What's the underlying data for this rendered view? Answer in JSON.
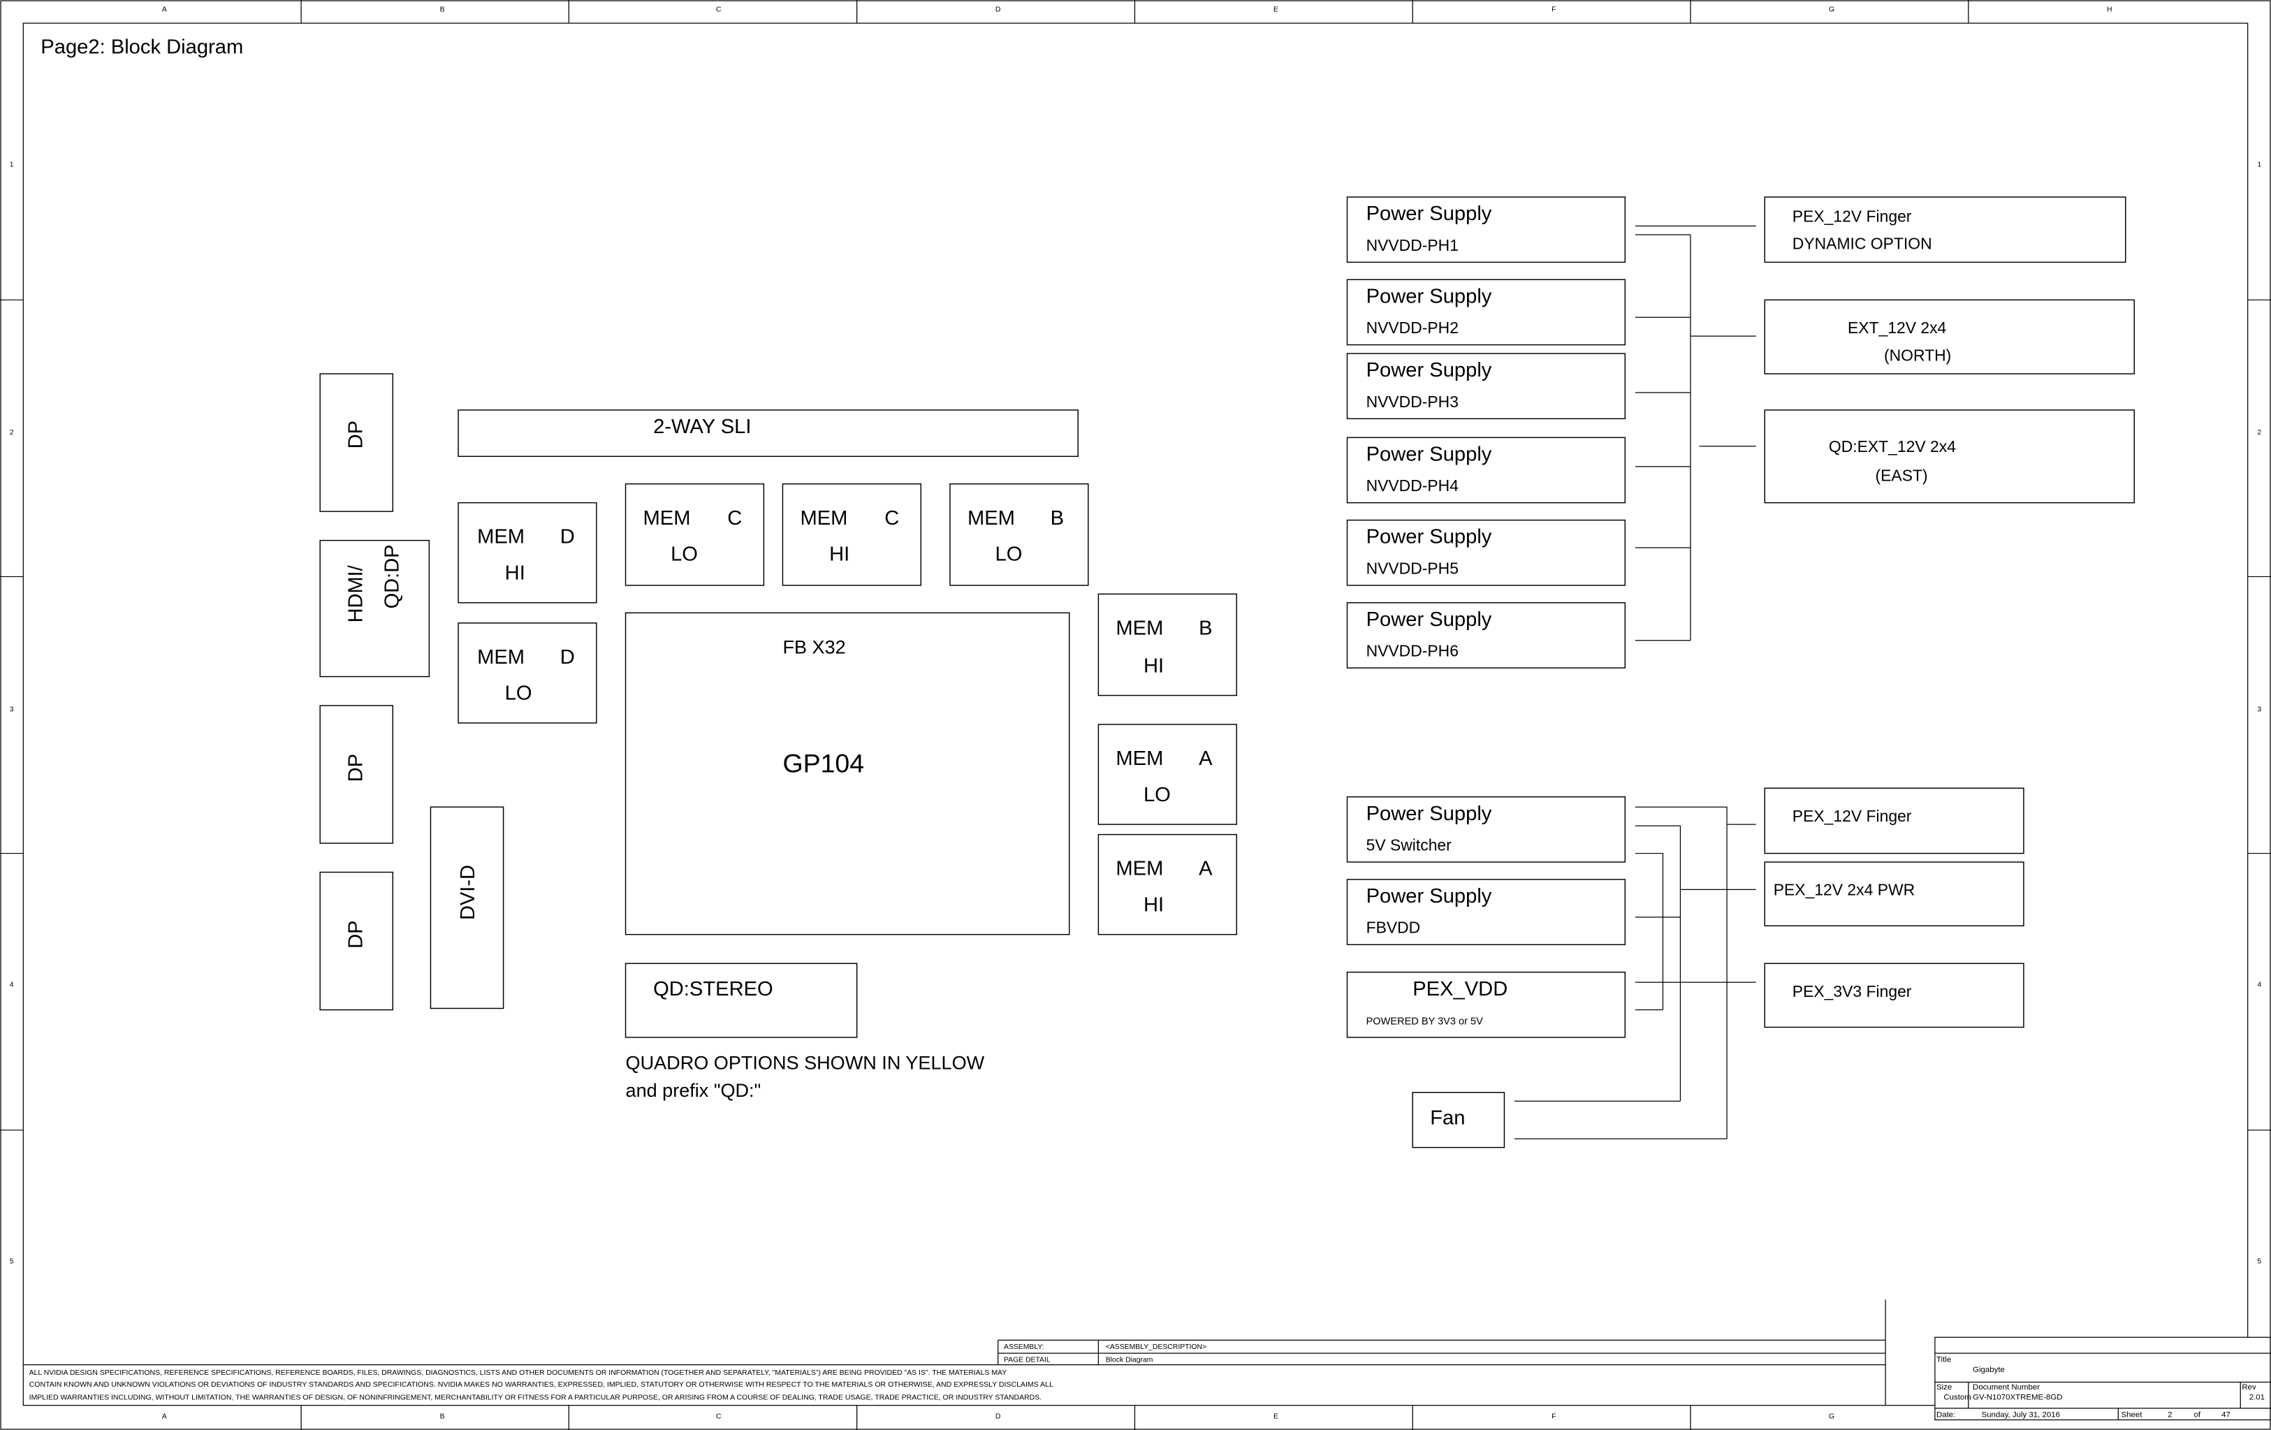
{
  "sheet": {
    "title": "Page2: Block Diagram",
    "top_columns": [
      "A",
      "B",
      "C",
      "D",
      "E",
      "F",
      "G",
      "H"
    ],
    "bottom_columns": [
      "A",
      "B",
      "C",
      "D",
      "E",
      "F",
      "G"
    ],
    "left_rows": [
      "1",
      "2",
      "3",
      "4",
      "5"
    ],
    "right_rows": [
      "1",
      "2",
      "3",
      "4",
      "5"
    ]
  },
  "connectors": {
    "dp_1": "DP",
    "hdmi": [
      "HDMI/",
      "QD:DP"
    ],
    "dp_2": "DP",
    "dp_3": "DP",
    "dvi": "DVI-D"
  },
  "sli": "2-WAY SLI",
  "gpu": {
    "fb": "FB X32",
    "name": "GP104"
  },
  "memory": [
    {
      "mem": "MEM",
      "channel": "D",
      "half": "HI"
    },
    {
      "mem": "MEM",
      "channel": "D",
      "half": "LO"
    },
    {
      "mem": "MEM",
      "channel": "C",
      "half": "LO"
    },
    {
      "mem": "MEM",
      "channel": "C",
      "half": "HI"
    },
    {
      "mem": "MEM",
      "channel": "B",
      "half": "LO"
    },
    {
      "mem": "MEM",
      "channel": "B",
      "half": "HI"
    },
    {
      "mem": "MEM",
      "channel": "A",
      "half": "LO"
    },
    {
      "mem": "MEM",
      "channel": "A",
      "half": "HI"
    }
  ],
  "stereo": "QD:STEREO",
  "note": [
    "QUADRO OPTIONS SHOWN IN YELLOW",
    "and prefix \"QD:\""
  ],
  "power_supplies": [
    {
      "label": "Power Supply",
      "rail": "NVVDD-PH1"
    },
    {
      "label": "Power Supply",
      "rail": "NVVDD-PH2"
    },
    {
      "label": "Power Supply",
      "rail": "NVVDD-PH3"
    },
    {
      "label": "Power Supply",
      "rail": "NVVDD-PH4"
    },
    {
      "label": "Power Supply",
      "rail": "NVVDD-PH5"
    },
    {
      "label": "Power Supply",
      "rail": "NVVDD-PH6"
    },
    {
      "label": "Power Supply",
      "rail": "5V Switcher"
    },
    {
      "label": "Power Supply",
      "rail": "FBVDD"
    }
  ],
  "pex_vdd": {
    "label": "PEX_VDD",
    "note": "POWERED BY 3V3 or 5V"
  },
  "fan": "Fan",
  "inputs": [
    {
      "line1": "PEX_12V Finger",
      "line2": "DYNAMIC OPTION"
    },
    {
      "line1": "EXT_12V 2x4",
      "line2": "(NORTH)"
    },
    {
      "line1": "QD:EXT_12V 2x4",
      "line2": "(EAST)"
    },
    {
      "line1": "PEX_12V Finger"
    },
    {
      "line1": "PEX_12V 2x4 PWR"
    },
    {
      "line1": "PEX_3V3 Finger"
    }
  ],
  "disclaimer": [
    "ALL NVIDIA DESIGN SPECIFICATIONS, REFERENCE SPECIFICATIONS, REFERENCE BOARDS, FILES, DRAWINGS, DIAGNOSTICS, LISTS AND OTHER DOCUMENTS OR INFORMATION (TOGETHER AND SEPARATELY, \"MATERIALS\") ARE BEING PROVIDED \"AS IS\". THE MATERIALS MAY",
    "CONTAIN KNOWN AND UNKNOWN VIOLATIONS OR DEVIATIONS OF INDUSTRY STANDARDS AND SPECIFICATIONS. NVIDIA MAKES NO WARRANTIES, EXPRESSED, IMPLIED, STATUTORY OR OTHERWISE WITH RESPECT TO THE MATERIALS OR OTHERWISE, AND EXPRESSLY DISCLAIMS ALL",
    "IMPLIED WARRANTIES INCLUDING, WITHOUT LIMITATION, THE WARRANTIES OF DESIGN, OF NONINFRINGEMENT, MERCHANTABILITY OR FITNESS FOR A PARTICULAR PURPOSE, OR ARISING FROM A COURSE OF DEALING, TRADE USAGE, TRADE PRACTICE, OR INDUSTRY STANDARDS."
  ],
  "assembly": {
    "assembly_label": "ASSEMBLY:",
    "assembly_value": "<ASSEMBLY_DESCRIPTION>",
    "page_detail_label": "PAGE DETAIL",
    "page_detail_value": "Block Diagram"
  },
  "title_block": {
    "title_label": "Title",
    "title_value": "Gigabyte",
    "size_label": "Size",
    "size_value": "Custom",
    "doc_label": "Document Number",
    "doc_value": "GV-N1070XTREME-8GD",
    "rev_label": "Rev",
    "rev_value": "2.01",
    "date_label": "Date:",
    "date_value": "Sunday, July 31, 2016",
    "sheet_label": "Sheet",
    "sheet_value": "2",
    "of_label": "of",
    "sheet_total": "47"
  }
}
